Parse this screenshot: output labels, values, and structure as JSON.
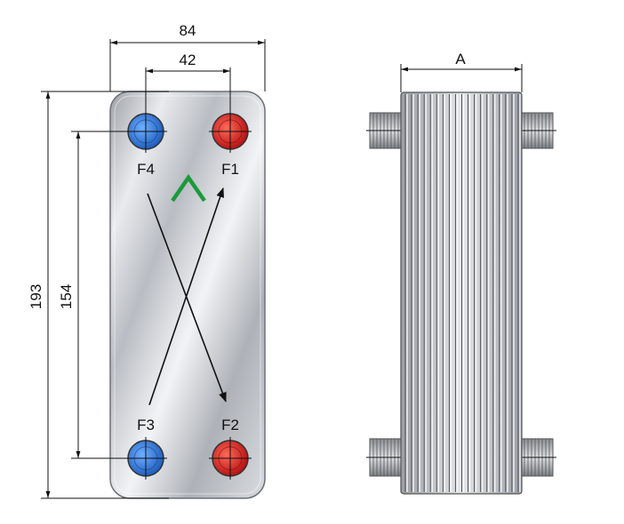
{
  "front_view": {
    "dimensions": {
      "width": "84",
      "port_spacing_horizontal": "42",
      "height": "193",
      "port_spacing_vertical": "154"
    },
    "ports": [
      {
        "label": "F4",
        "color": "#2a6fd0"
      },
      {
        "label": "F1",
        "color": "#d42020"
      },
      {
        "label": "F3",
        "color": "#2a6fd0"
      },
      {
        "label": "F2",
        "color": "#d42020"
      }
    ],
    "direction_marker_color": "#1a9a3a"
  },
  "side_view": {
    "dimension_label": "A"
  },
  "colors": {
    "plate_metal": "#c8ccd2",
    "cold_port": "#2a6fd0",
    "hot_port": "#d42020",
    "marker_green": "#1a9a3a"
  }
}
